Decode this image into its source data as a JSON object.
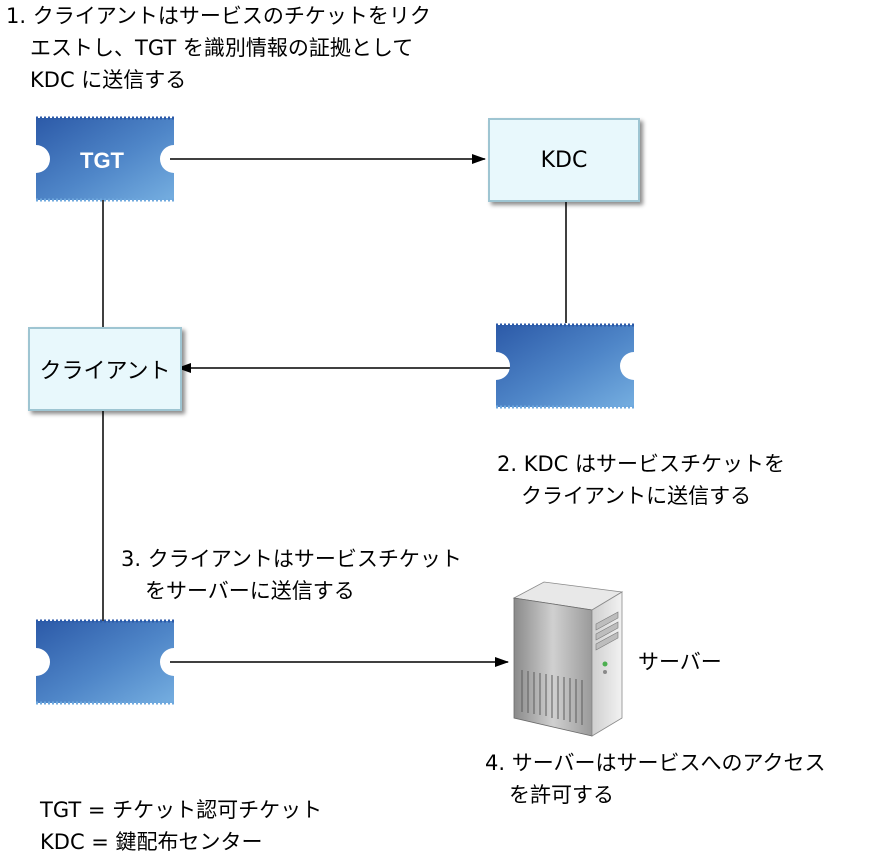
{
  "steps": {
    "step1": [
      "1. クライアントはサービスのチケットをリク",
      "エストし、TGT を識別情報の証拠として",
      "KDC に送信する"
    ],
    "step2": [
      "2. KDC はサービスチケットを",
      "クライアントに送信する"
    ],
    "step3": [
      "3. クライアントはサービスチケット",
      "をサーバーに送信する"
    ],
    "step4": [
      "4. サーバーはサービスへのアクセス",
      "を許可する"
    ]
  },
  "nodes": {
    "tgt_ticket": "TGT",
    "kdc": "KDC",
    "client": "クライアント",
    "server": "サーバー"
  },
  "legend": [
    "TGT = チケット認可チケット",
    "KDC = 鍵配布センター"
  ],
  "colors": {
    "ticket_dark": "#2f5fb0",
    "ticket_light": "#6ea8de",
    "box_fill": "#e8f8fc",
    "box_border": "#9ec5d2"
  }
}
